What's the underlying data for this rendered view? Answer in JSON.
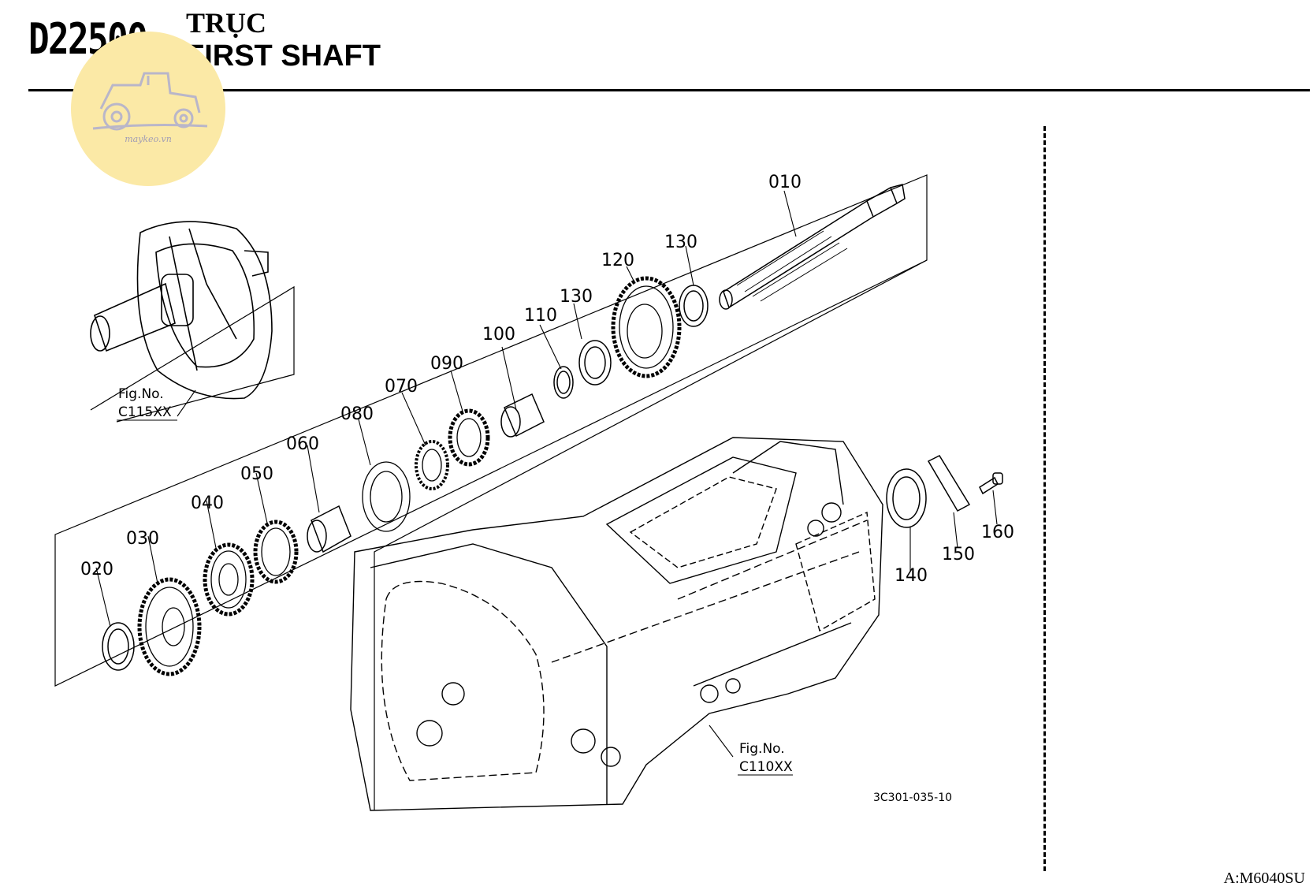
{
  "header": {
    "code": "D22500",
    "title_vn": "TRỤC",
    "title_en": "FIRST SHAFT"
  },
  "watermark": {
    "text": "maykeo.vn"
  },
  "parts": {
    "p010": "010",
    "p020": "020",
    "p030": "030",
    "p040": "040",
    "p050": "050",
    "p060": "060",
    "p070": "070",
    "p080": "080",
    "p090": "090",
    "p100": "100",
    "p110": "110",
    "p120": "120",
    "p130a": "130",
    "p130b": "130",
    "p140": "140",
    "p150": "150",
    "p160": "160"
  },
  "refs": {
    "fig_label": "Fig.No.",
    "c115": "C115XX",
    "c110": "C110XX"
  },
  "drawing_number": "3C301-035-10",
  "figure_code": "A:M6040SU",
  "colors": {
    "watermark_fill": "#fbe9a6",
    "ink": "#000000"
  }
}
